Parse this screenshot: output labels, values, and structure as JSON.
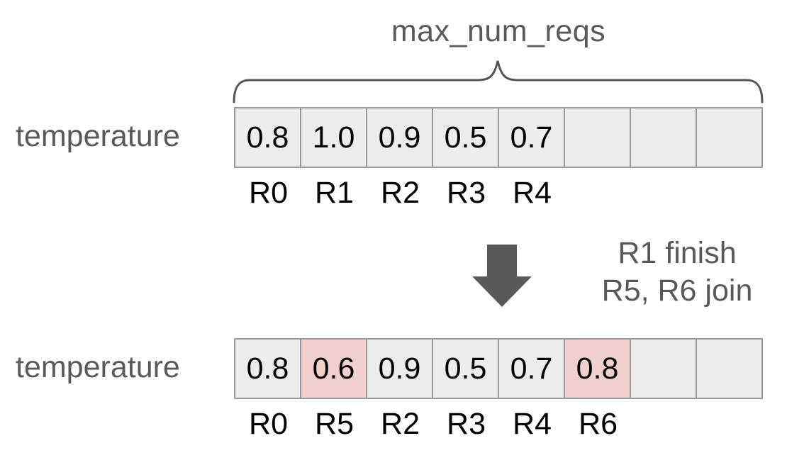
{
  "colors": {
    "gray-text": "#595959",
    "black-text": "#000000",
    "cell-bg": "#ececec",
    "highlight-bg": "#f1cfcc",
    "cell-border": "#999999",
    "arrow-fill": "#595959",
    "brace-stroke": "#555555"
  },
  "header": {
    "brace_label": "max_num_reqs"
  },
  "transition": {
    "arrow_icon": "down-block-arrow",
    "line1": "R1 finish",
    "line2": "R5, R6 join"
  },
  "diagram": {
    "before": {
      "row_label": "temperature",
      "cells": [
        {
          "value": "0.8",
          "req_label": "R0",
          "highlighted": false
        },
        {
          "value": "1.0",
          "req_label": "R1",
          "highlighted": false
        },
        {
          "value": "0.9",
          "req_label": "R2",
          "highlighted": false
        },
        {
          "value": "0.5",
          "req_label": "R3",
          "highlighted": false
        },
        {
          "value": "0.7",
          "req_label": "R4",
          "highlighted": false
        },
        {
          "value": "",
          "req_label": "",
          "highlighted": false
        },
        {
          "value": "",
          "req_label": "",
          "highlighted": false
        },
        {
          "value": "",
          "req_label": "",
          "highlighted": false
        }
      ]
    },
    "after": {
      "row_label": "temperature",
      "cells": [
        {
          "value": "0.8",
          "req_label": "R0",
          "highlighted": false
        },
        {
          "value": "0.6",
          "req_label": "R5",
          "highlighted": true
        },
        {
          "value": "0.9",
          "req_label": "R2",
          "highlighted": false
        },
        {
          "value": "0.5",
          "req_label": "R3",
          "highlighted": false
        },
        {
          "value": "0.7",
          "req_label": "R4",
          "highlighted": false
        },
        {
          "value": "0.8",
          "req_label": "R6",
          "highlighted": true
        },
        {
          "value": "",
          "req_label": "",
          "highlighted": false
        },
        {
          "value": "",
          "req_label": "",
          "highlighted": false
        }
      ]
    }
  }
}
